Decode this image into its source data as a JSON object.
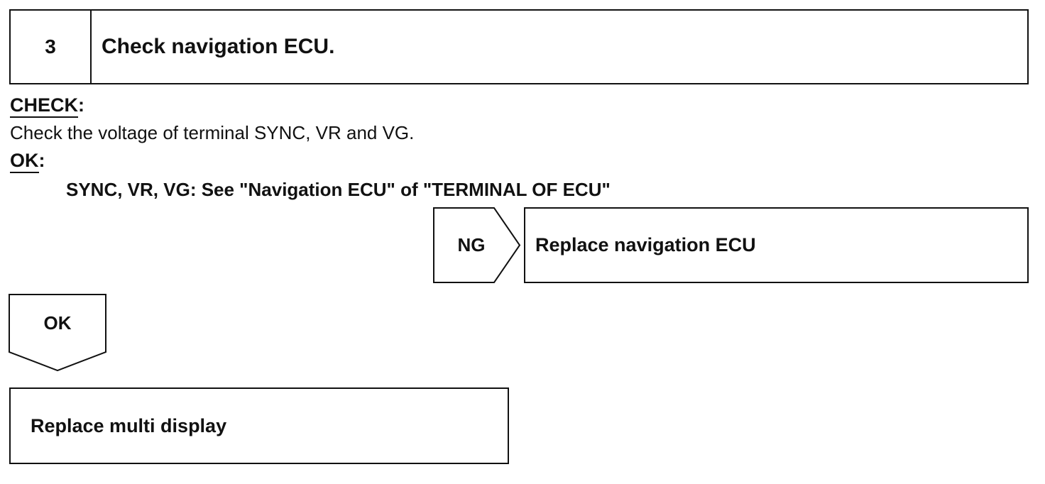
{
  "step": {
    "number": "3",
    "title": "Check navigation ECU."
  },
  "check": {
    "label": "CHECK",
    "text": "Check the voltage of terminal SYNC, VR and VG."
  },
  "ok": {
    "label": "OK",
    "spec": "SYNC, VR, VG: See \"Navigation ECU\" of \"TERMINAL OF ECU\""
  },
  "ng_branch": {
    "tag": "NG",
    "action": "Replace navigation ECU"
  },
  "ok_branch": {
    "tag": "OK",
    "action": "Replace multi display"
  }
}
